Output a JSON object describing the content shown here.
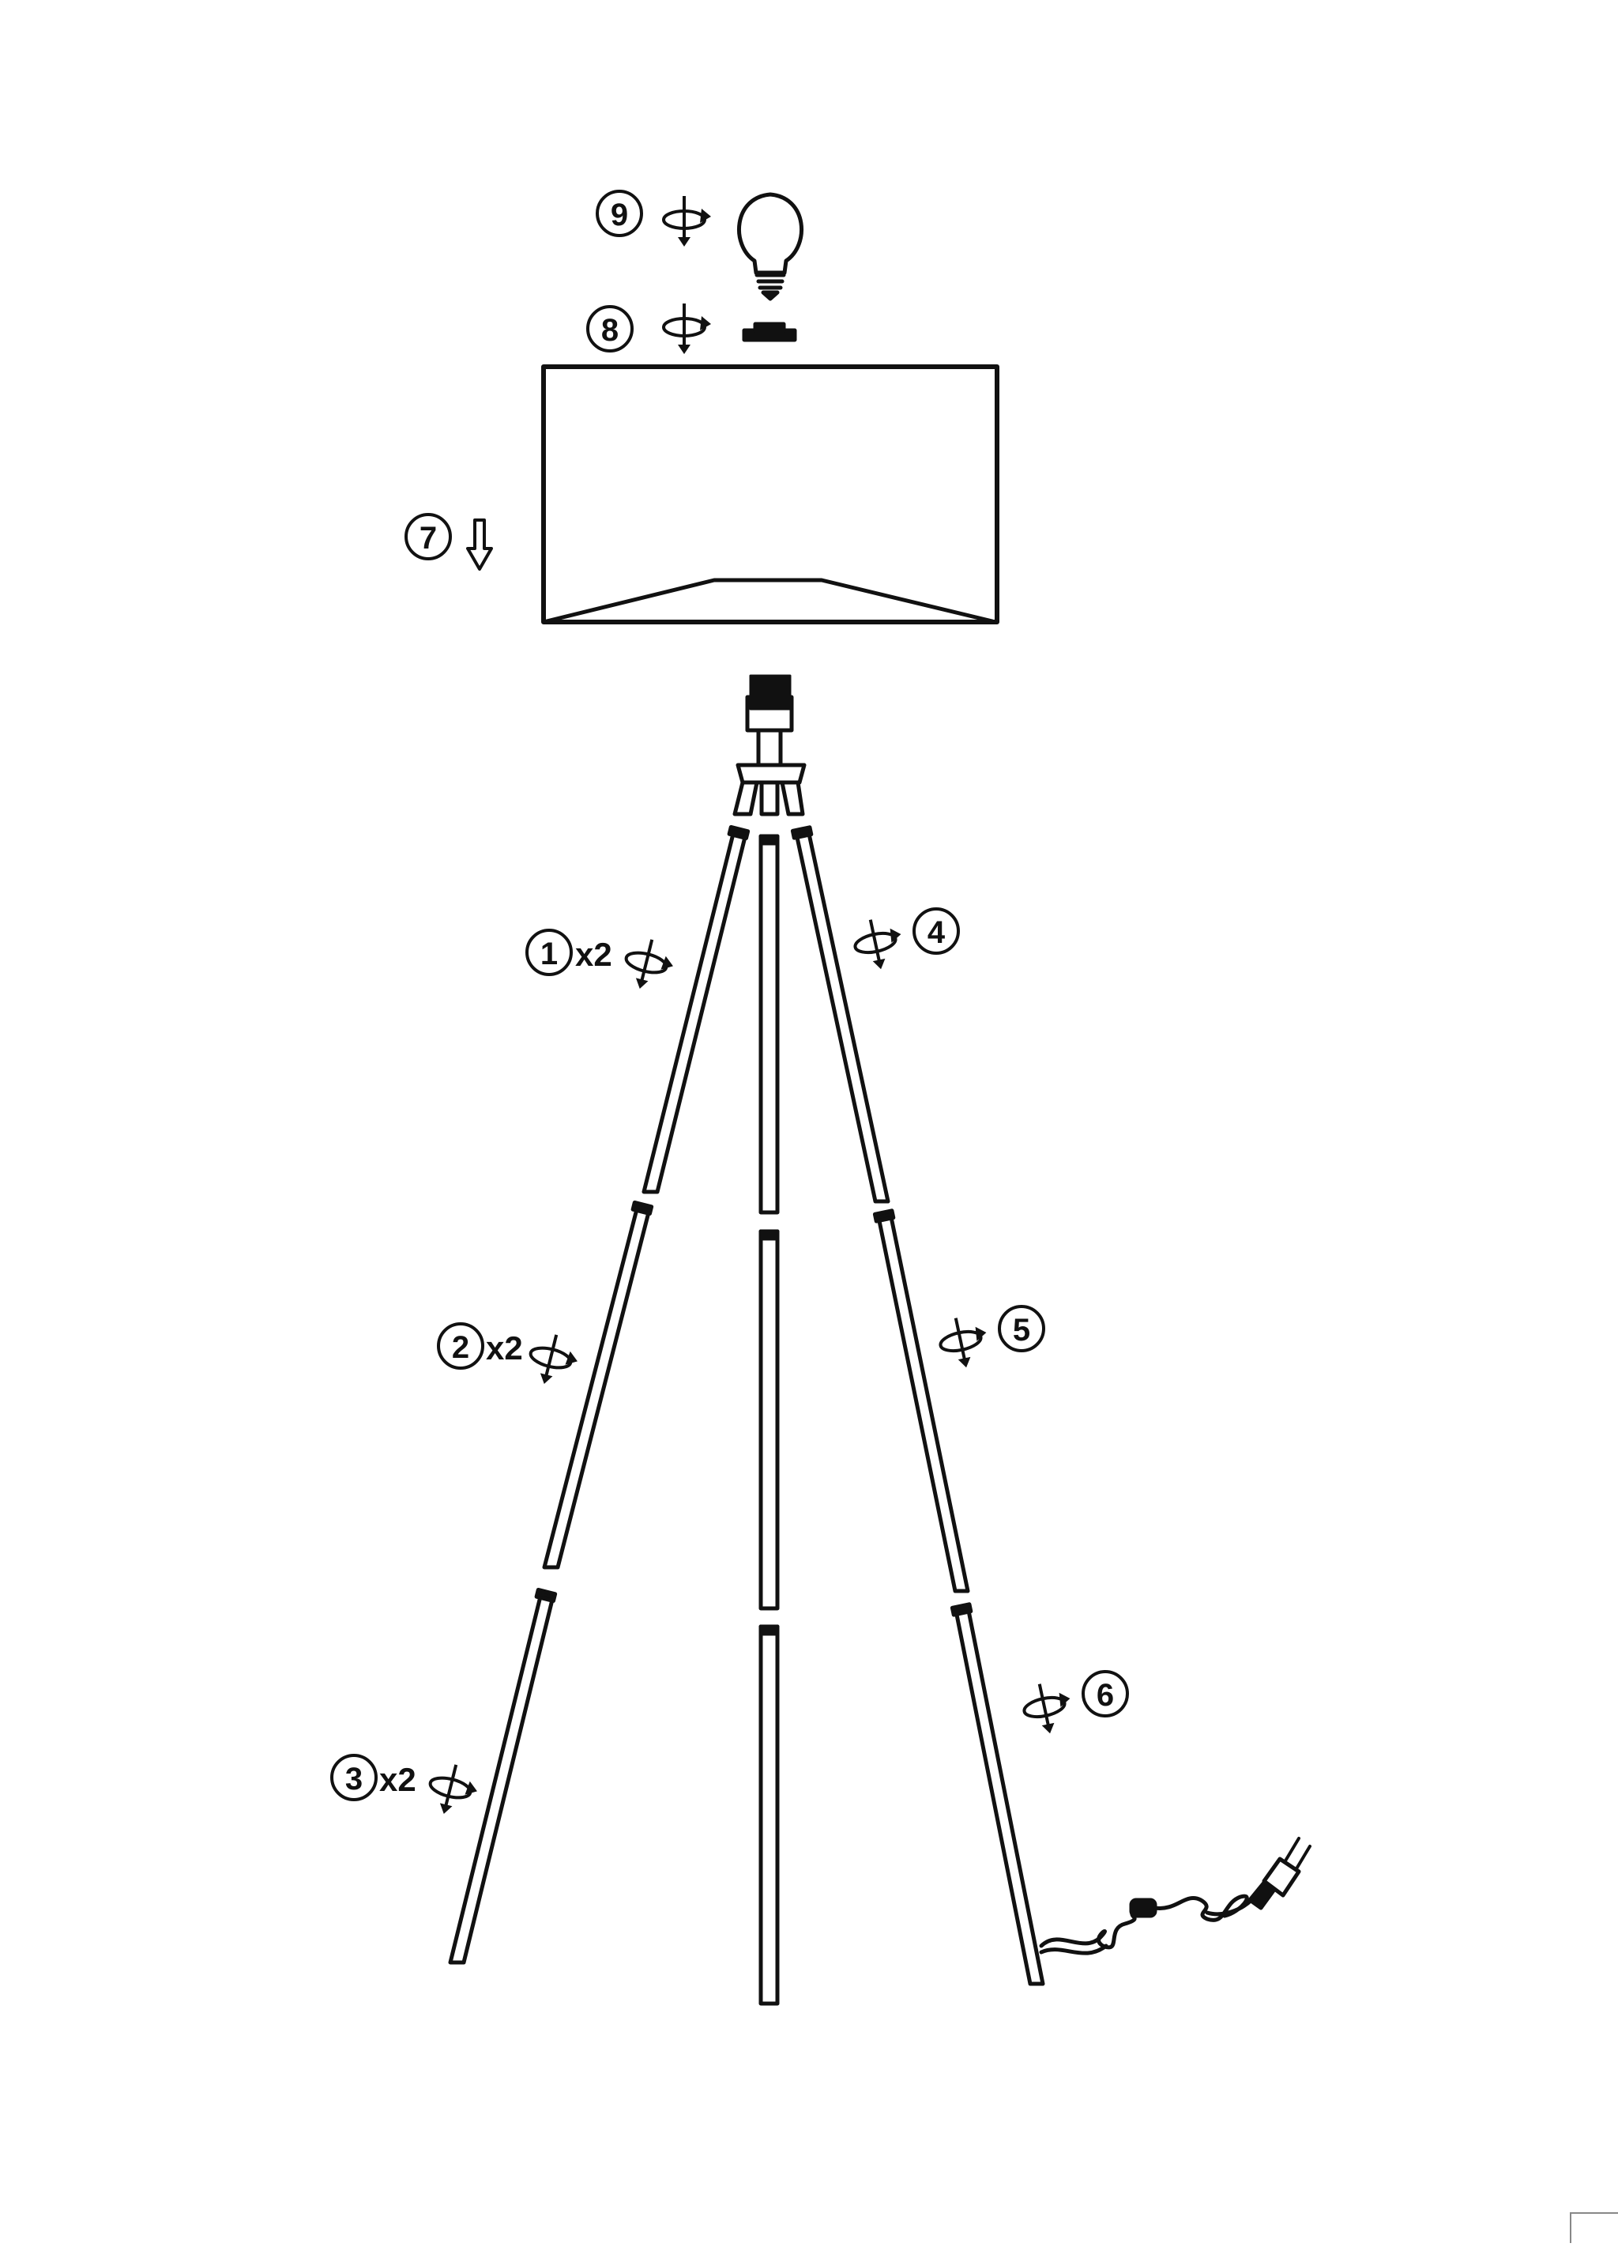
{
  "colors": {
    "line": "#111111",
    "background": "#ffffff"
  },
  "steps": [
    {
      "id": "1",
      "number": "1",
      "multiplier": "x2",
      "action": "rotate-icon"
    },
    {
      "id": "2",
      "number": "2",
      "multiplier": "x2",
      "action": "rotate-icon"
    },
    {
      "id": "3",
      "number": "3",
      "multiplier": "x2",
      "action": "rotate-icon"
    },
    {
      "id": "4",
      "number": "4",
      "multiplier": "",
      "action": "rotate-icon"
    },
    {
      "id": "5",
      "number": "5",
      "multiplier": "",
      "action": "rotate-icon"
    },
    {
      "id": "6",
      "number": "6",
      "multiplier": "",
      "action": "rotate-icon"
    },
    {
      "id": "7",
      "number": "7",
      "multiplier": "",
      "action": "down-arrow-icon"
    },
    {
      "id": "8",
      "number": "8",
      "multiplier": "",
      "action": "rotate-icon"
    },
    {
      "id": "9",
      "number": "9",
      "multiplier": "",
      "action": "rotate-icon"
    }
  ]
}
